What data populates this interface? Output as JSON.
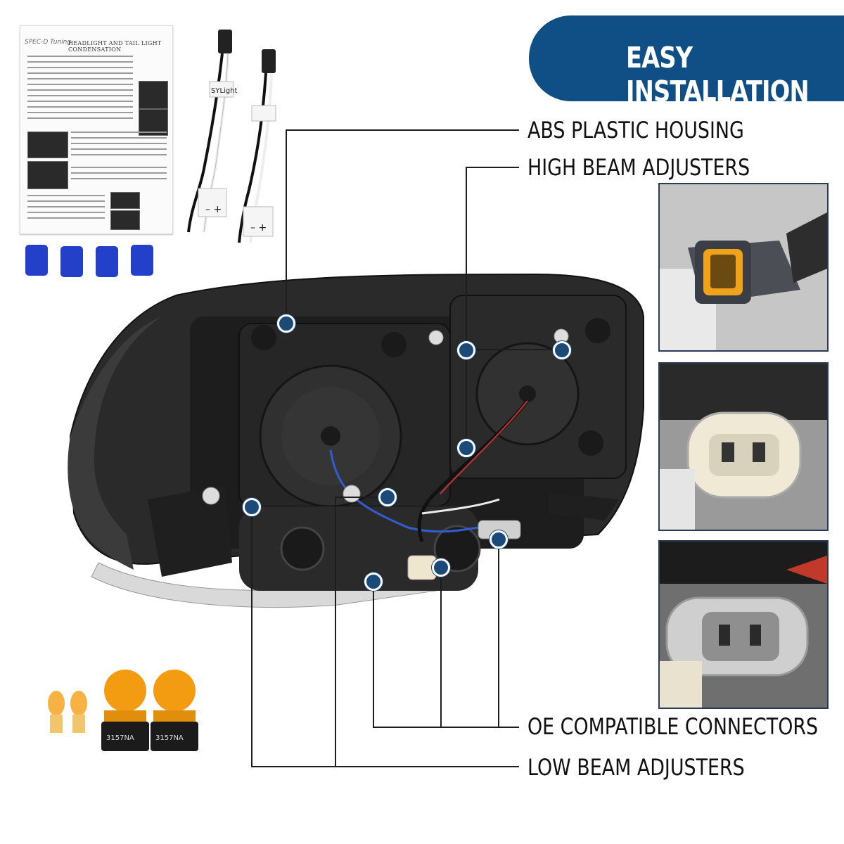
{
  "banner": {
    "title": "EASY INSTALLATION"
  },
  "labels": {
    "housing": "ABS PLASTIC HOUSING",
    "high_beam": "HIGH BEAM ADJUSTERS",
    "connectors": "OE COMPATIBLE CONNECTORS",
    "low_beam": "LOW BEAM ADJUSTERS"
  },
  "sheet": {
    "title": "HEADLIGHT AND TAIL LIGHT CONDENSATION",
    "brand": "SPEC-D Tuning"
  },
  "harness_tag": "SYLight",
  "bulb_label": "3157NA",
  "colors": {
    "accent": "#0f4f86",
    "dot": "#1b4a78",
    "housing": "#1e1e1e"
  }
}
